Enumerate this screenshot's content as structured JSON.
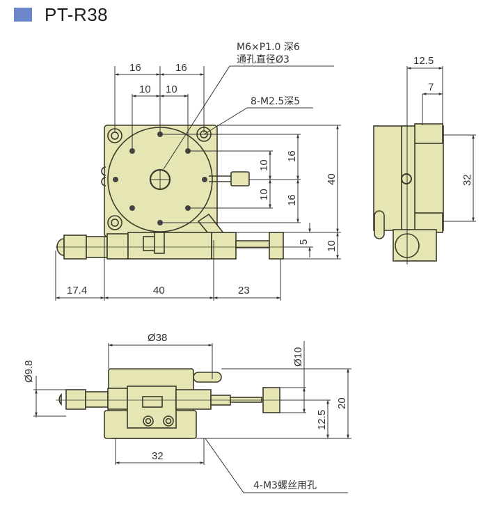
{
  "header": {
    "title": "PT-R38",
    "marker_color": "#6b86c9"
  },
  "colors": {
    "body_fill": "#e6e6b4",
    "outline": "#3a3a2a",
    "dim_line": "#333333"
  },
  "top_view": {
    "callouts": {
      "center_hole_line1": "M6×P1.0 深6",
      "center_hole_line2": "通孔直径Ø3",
      "tapped_holes": "8-M2.5深5"
    },
    "dims": {
      "top_left_16": "16",
      "top_right_16": "16",
      "top_left_10": "10",
      "top_right_10": "10",
      "right_10_upper": "10",
      "right_10_lower": "10",
      "right_16_upper": "16",
      "right_16_lower": "16",
      "height_40": "40",
      "offset_5": "5",
      "offset_10": "10",
      "bottom_17_4": "17.4",
      "bottom_40": "40",
      "bottom_23": "23"
    }
  },
  "side_view": {
    "dims": {
      "width_12_5": "12.5",
      "width_7": "7",
      "pitch_32": "32"
    }
  },
  "front_view": {
    "dims": {
      "dia_38": "Ø38",
      "dia_9_8": "Ø9.8",
      "dia_10": "Ø10",
      "height_20": "20",
      "height_12_5": "12.5",
      "pitch_32": "32"
    },
    "callouts": {
      "mount_holes": "4-M3螺丝用孔"
    }
  }
}
